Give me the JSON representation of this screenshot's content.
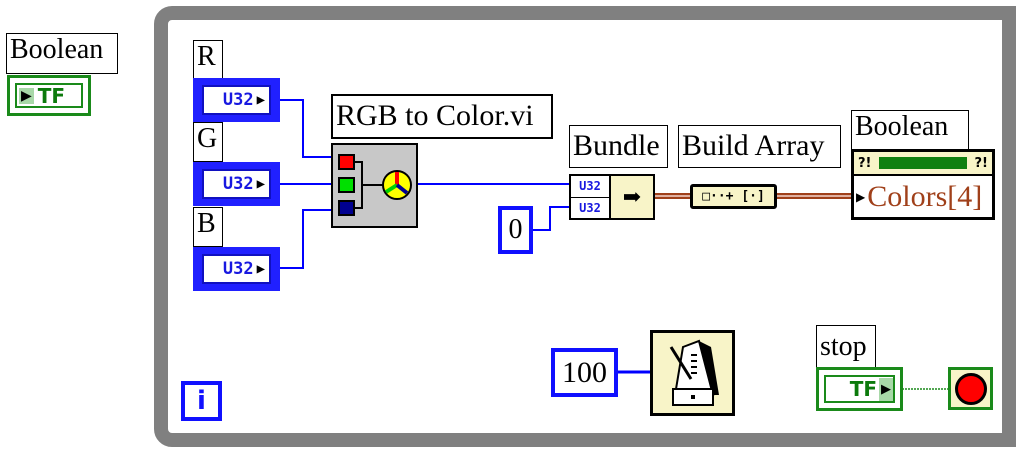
{
  "front_boolean": {
    "label": "Boolean",
    "terminal_text": "TF"
  },
  "controls": [
    {
      "label": "R",
      "type": "U32"
    },
    {
      "label": "G",
      "type": "U32"
    },
    {
      "label": "B",
      "type": "U32"
    }
  ],
  "subvi": {
    "label": "RGB to Color.vi"
  },
  "bundle": {
    "label": "Bundle",
    "inputs": [
      "U32",
      "U32"
    ]
  },
  "build_array": {
    "label": "Build Array"
  },
  "indicator": {
    "label": "Boolean",
    "content": "Colors[4]"
  },
  "constant_zero": "0",
  "constant_wait": "100",
  "stop": {
    "label": "stop",
    "terminal_text": "TF"
  },
  "loop_iteration": "i",
  "colors": {
    "numeric_wire": "#0000ff",
    "cluster_wire": "#a0401a",
    "boolean_wire": "#1a8a1a",
    "loop_frame": "#808080",
    "node_bg": "#f8f4c8"
  }
}
